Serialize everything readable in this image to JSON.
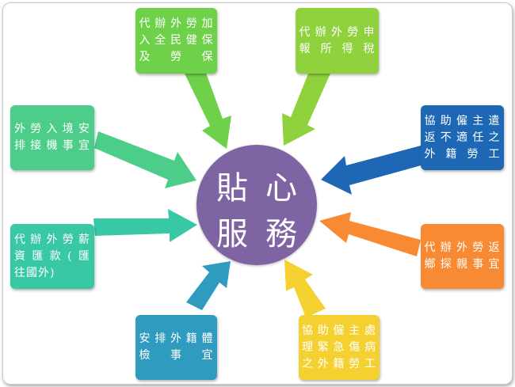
{
  "center": {
    "line1": "貼心",
    "line2": "服務",
    "color": "#7e64a2"
  },
  "boxes": [
    {
      "id": "health-insurance",
      "lines": [
        "代辦外勞加",
        "入全民健保",
        "及　勞　保"
      ],
      "color": "#6fd14a"
    },
    {
      "id": "tax-filing",
      "lines": [
        "代辦外勞申",
        "報所得稅"
      ],
      "color": "#8fd23e"
    },
    {
      "id": "entry-arrangement",
      "lines": [
        "外勞入境安",
        "排接機事宜"
      ],
      "color": "#4ccd8a"
    },
    {
      "id": "unfit-repatriation",
      "lines": [
        "協助僱主遣",
        "返不適任之",
        "外籍勞工"
      ],
      "color": "#1d67b5"
    },
    {
      "id": "remittance",
      "lines": [
        "代辦外勞薪",
        "資匯款(匯",
        "往國外)"
      ],
      "color": "#39c8a6"
    },
    {
      "id": "home-visit",
      "lines": [
        "代辦外勞返",
        "鄉探親事宜"
      ],
      "color": "#f78a33"
    },
    {
      "id": "health-check",
      "lines": [
        "安排外籍體",
        "檢　事　宜"
      ],
      "color": "#2f9bbf"
    },
    {
      "id": "emergency-injury",
      "lines": [
        "協助僱主處",
        "理緊急傷病",
        "之外籍勞工"
      ],
      "color": "#f4d130"
    }
  ]
}
